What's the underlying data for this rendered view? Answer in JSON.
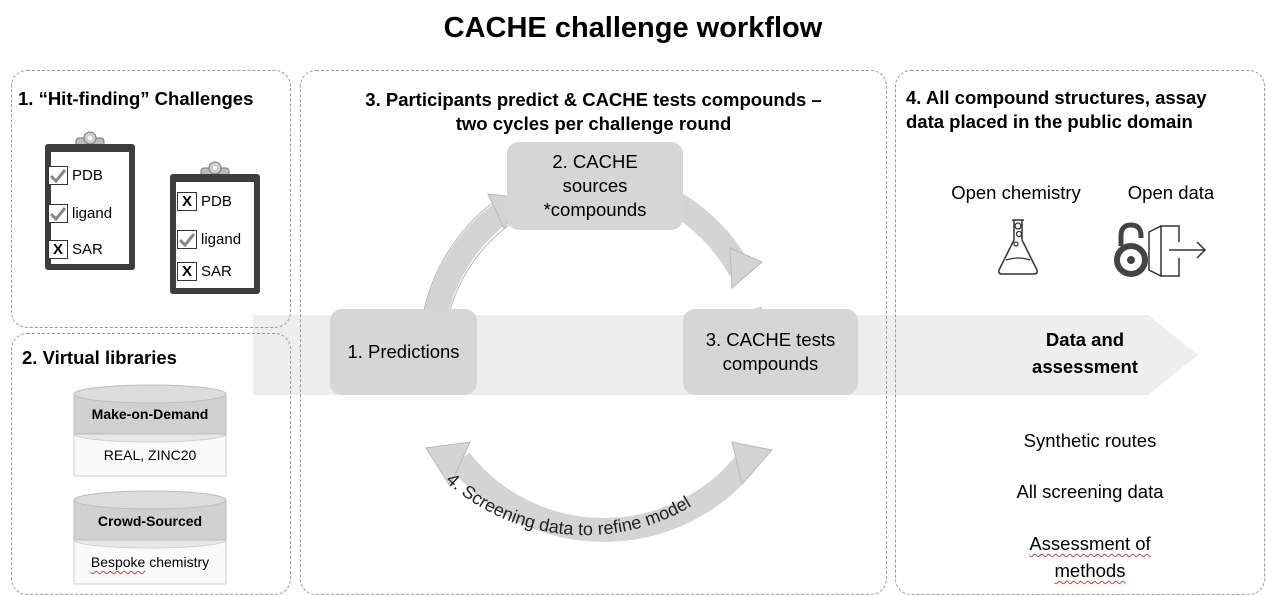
{
  "title": "CACHE challenge workflow",
  "panel1": {
    "title": "1. “Hit-finding” Challenges",
    "clipboard_left": {
      "items": [
        {
          "mark": "check",
          "label": "PDB"
        },
        {
          "mark": "check",
          "label": "ligand"
        },
        {
          "mark": "X",
          "label": "SAR"
        }
      ]
    },
    "clipboard_right": {
      "items": [
        {
          "mark": "X",
          "label": "PDB"
        },
        {
          "mark": "check",
          "label": "ligand"
        },
        {
          "mark": "X",
          "label": "SAR"
        }
      ]
    }
  },
  "panel2": {
    "title": "2. Virtual libraries",
    "db1": {
      "top": "Make-on-Demand",
      "bottom": "REAL, ZINC20"
    },
    "db2": {
      "top": "Crowd-Sourced",
      "bottom_underlined": "Bespoke",
      "bottom_rest": " chemistry"
    }
  },
  "panel3": {
    "title_line1": "3. Participants predict & CACHE tests compounds –",
    "title_line2": "two cycles per challenge round",
    "step1": "1. Predictions",
    "step2_line1": "2. CACHE",
    "step2_line2": "sources",
    "step2_line3": "*compounds",
    "step3_line1": "3. CACHE tests",
    "step3_line2": "compounds",
    "step4": "4. Screening data to refine model"
  },
  "panel4": {
    "title_line1": "4. All compound structures, assay",
    "title_line2": "data placed in the public domain",
    "open_chemistry": "Open chemistry",
    "open_data": "Open data",
    "arrow_label_line1": "Data and",
    "arrow_label_line2": "assessment",
    "item1": "Synthetic routes",
    "item2": "All screening data",
    "item3_line1": "Assessment of",
    "item3_line2": "methods"
  },
  "colors": {
    "panel_border": "#9a9a9a",
    "step_box": "#d6d6d6",
    "cycle_arrow": "#d4d4d4",
    "band_arrow": "#eeeeee"
  }
}
